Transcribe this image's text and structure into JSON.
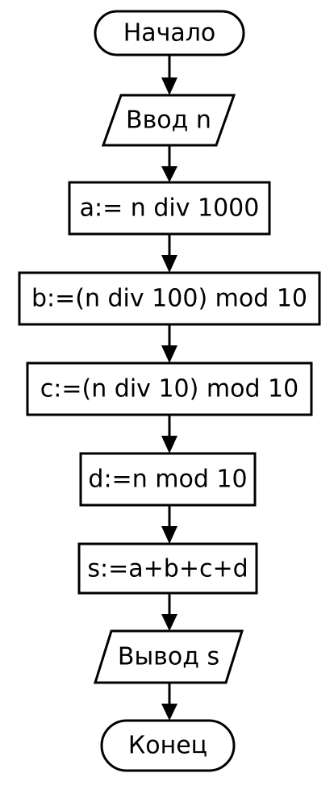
{
  "flowchart": {
    "nodes": [
      {
        "id": "start",
        "type": "terminator",
        "text": "Начало"
      },
      {
        "id": "input",
        "type": "io",
        "text": "Ввод n"
      },
      {
        "id": "step-a",
        "type": "process",
        "text": "a:= n div 1000"
      },
      {
        "id": "step-b",
        "type": "process",
        "text": "b:=(n div 100) mod 10"
      },
      {
        "id": "step-c",
        "type": "process",
        "text": "c:=(n div 10) mod 10"
      },
      {
        "id": "step-d",
        "type": "process",
        "text": "d:=n mod 10"
      },
      {
        "id": "step-s",
        "type": "process",
        "text": "s:=a+b+c+d"
      },
      {
        "id": "output",
        "type": "io",
        "text": "Вывод s"
      },
      {
        "id": "end",
        "type": "terminator",
        "text": "Конец"
      }
    ],
    "colors": {
      "stroke": "#000000",
      "fill": "#ffffff"
    }
  }
}
